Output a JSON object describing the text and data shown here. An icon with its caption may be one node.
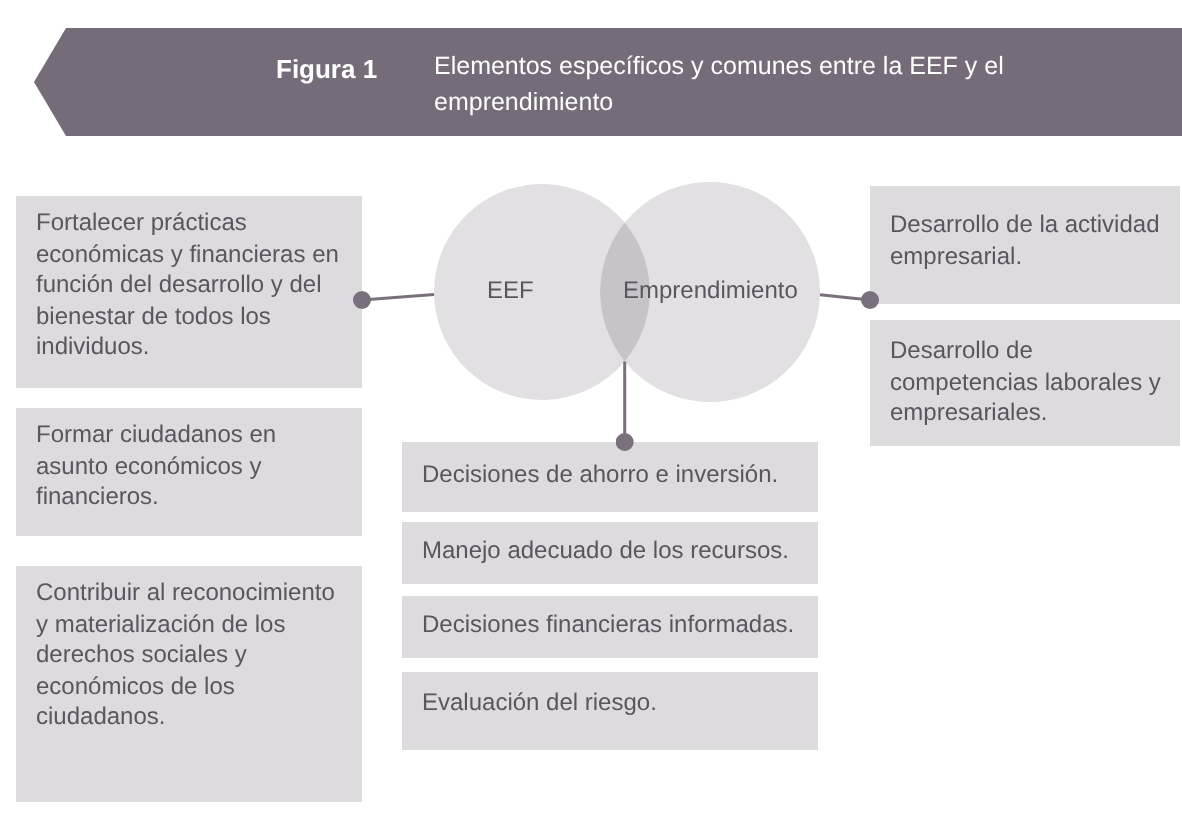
{
  "diagram": {
    "title": "Elementos específicos y comunes entre la EEF y el emprendimiento",
    "nodes": [
      {
        "text": [
          "EEF"
        ]
      },
      {
        "text": [
          "Emprendimiento"
        ]
      },
      {
        "text": [],
        "shape": "lens"
      },
      {
        "text": [
          "Fortalecer prácticas económicas y financieras en función del desarrollo y del bienestar de todos los individuos."
        ]
      },
      {
        "text": [
          "Formar ciudadanos en asunto económicos y financieros."
        ]
      },
      {
        "text": [
          "Contribuir al reconocimiento y materialización de los derechos sociales y económicos de los ciudadanos."
        ]
      },
      {
        "text": [
          "Decisiones de ahorro e inversión."
        ]
      },
      {
        "text": [
          "Manejo adecuado de los recursos."
        ]
      },
      {
        "text": [
          "Decisiones financieras informadas."
        ]
      },
      {
        "text": [
          "Evaluación del riesgo."
        ]
      },
      {
        "text": [
          "Desarrollo de la actividad empresarial."
        ]
      },
      {
        "text": [
          "Desarrollo de competencias laborales y empresariales."
        ]
      }
    ],
    "edges": [
      {
        "from": 0,
        "to": 3,
        "arrow": "other"
      },
      {
        "from": 1,
        "to": 10,
        "arrow": "other"
      },
      {
        "from": 2,
        "to": 6,
        "arrow": "other"
      }
    ],
    "labels": [
      "Figura 1"
    ]
  }
}
